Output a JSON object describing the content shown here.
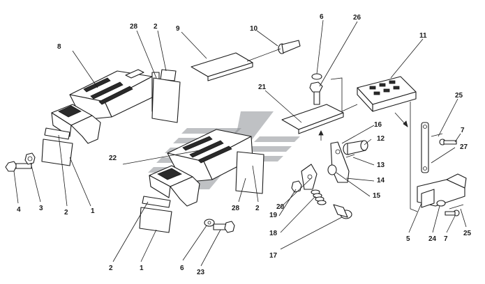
{
  "callouts": [
    {
      "id": "c8",
      "text": "8"
    },
    {
      "id": "c28a",
      "text": "28"
    },
    {
      "id": "c2a",
      "text": "2"
    },
    {
      "id": "c9",
      "text": "9"
    },
    {
      "id": "c10",
      "text": "10"
    },
    {
      "id": "c6a",
      "text": "6"
    },
    {
      "id": "c26",
      "text": "26"
    },
    {
      "id": "c11",
      "text": "11"
    },
    {
      "id": "c21",
      "text": "21"
    },
    {
      "id": "c25a",
      "text": "25"
    },
    {
      "id": "c7a",
      "text": "7"
    },
    {
      "id": "c27",
      "text": "27"
    },
    {
      "id": "c16",
      "text": "16"
    },
    {
      "id": "c12",
      "text": "12"
    },
    {
      "id": "c13",
      "text": "13"
    },
    {
      "id": "c14",
      "text": "14"
    },
    {
      "id": "c15",
      "text": "15"
    },
    {
      "id": "c22",
      "text": "22"
    },
    {
      "id": "c20",
      "text": "20"
    },
    {
      "id": "c19",
      "text": "19"
    },
    {
      "id": "c18",
      "text": "18"
    },
    {
      "id": "c17",
      "text": "17"
    },
    {
      "id": "c28b",
      "text": "28"
    },
    {
      "id": "c2b",
      "text": "2"
    },
    {
      "id": "c4",
      "text": "4"
    },
    {
      "id": "c3",
      "text": "3"
    },
    {
      "id": "c2c",
      "text": "2"
    },
    {
      "id": "c1a",
      "text": "1"
    },
    {
      "id": "c2d",
      "text": "2"
    },
    {
      "id": "c1b",
      "text": "1"
    },
    {
      "id": "c6b",
      "text": "6"
    },
    {
      "id": "c23",
      "text": "23"
    },
    {
      "id": "c5",
      "text": "5"
    },
    {
      "id": "c24",
      "text": "24"
    },
    {
      "id": "c7b",
      "text": "7"
    },
    {
      "id": "c25b",
      "text": "25"
    }
  ]
}
